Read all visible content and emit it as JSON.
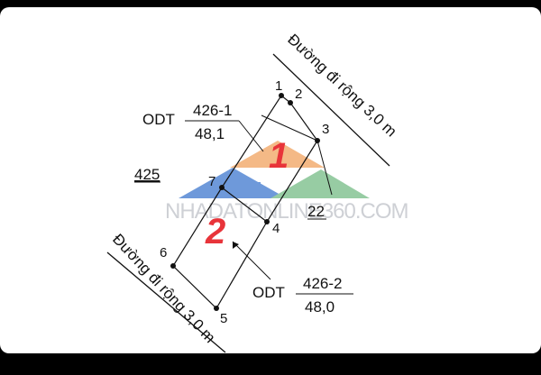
{
  "roads": {
    "top": "Đường đi rộng 3,0 m",
    "bottom": "Đường đi rộng 3,0 m"
  },
  "points": [
    "1",
    "2",
    "3",
    "4",
    "5",
    "6",
    "7"
  ],
  "neighbors": {
    "left": "425",
    "right": "22"
  },
  "parcel_top": {
    "type": "ODT",
    "id": "426-1",
    "area": "48,1",
    "big_label": "1"
  },
  "parcel_bottom": {
    "type": "ODT",
    "id": "426-2",
    "area": "48,0",
    "big_label": "2"
  },
  "watermark": "NHADATONLINE360.COM",
  "colors": {
    "line": "#111111",
    "big_label": "#e8343a",
    "roof_orange": "#f3b27a",
    "roof_blue": "#5f8fd6",
    "roof_green": "#8cc79a"
  }
}
